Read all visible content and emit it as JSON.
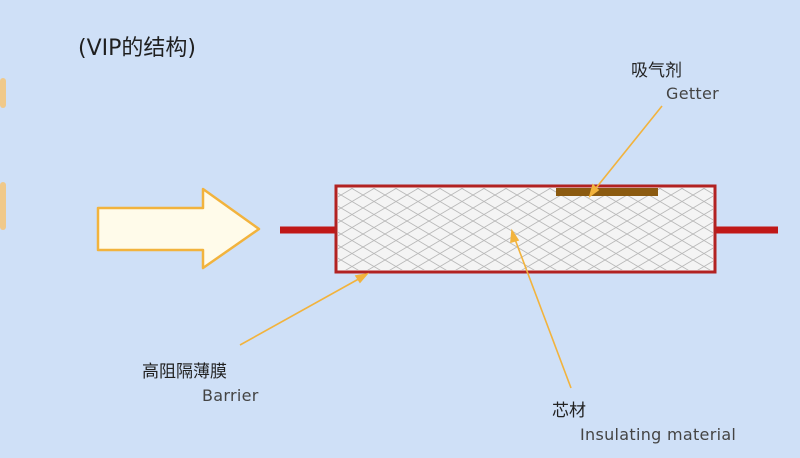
{
  "title": "(VIP的结构)",
  "labels": {
    "getter_zh": "吸气剂",
    "getter_en": "Getter",
    "barrier_zh": "高阻隔薄膜",
    "barrier_en": "Barrier",
    "core_zh": "芯材",
    "core_en": "Insulating material"
  },
  "colors": {
    "background": "#cfe0f7",
    "panel_border": "#b22222",
    "rod": "#c01818",
    "getter": "#8b5a10",
    "leader": "#f2b33d",
    "arrow_stroke": "#f2b33d",
    "arrow_fill": "#fffbea"
  }
}
